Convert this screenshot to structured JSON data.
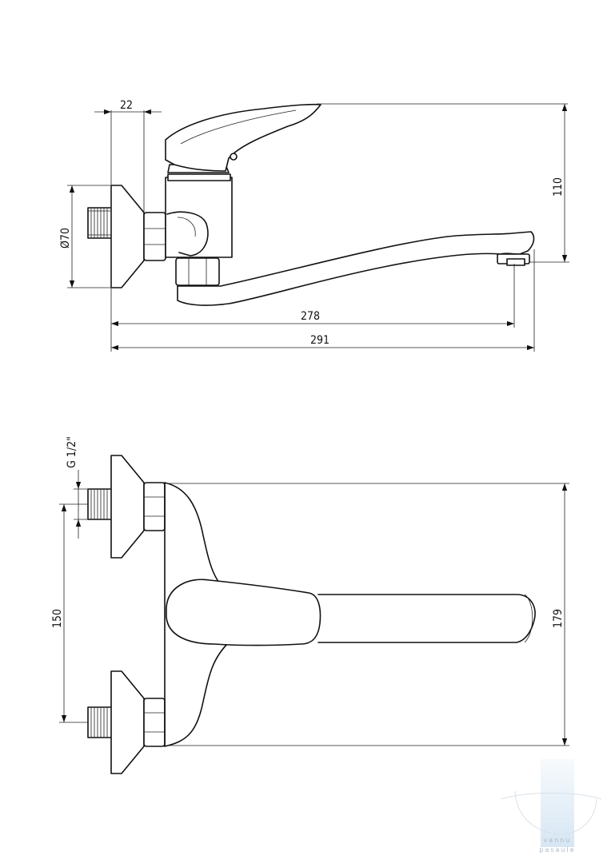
{
  "drawing": {
    "side_view": {
      "dim_offset": "22",
      "dim_diameter": "Ø70",
      "dim_height": "110",
      "dim_reach_inner": "278",
      "dim_reach_total": "291"
    },
    "top_view": {
      "dim_thread": "G 1/2\"",
      "dim_spacing": "150",
      "dim_total": "179"
    }
  },
  "watermark": {
    "line1": "vannu",
    "line2": "pasaule",
    "color": "#bcd6ec"
  }
}
